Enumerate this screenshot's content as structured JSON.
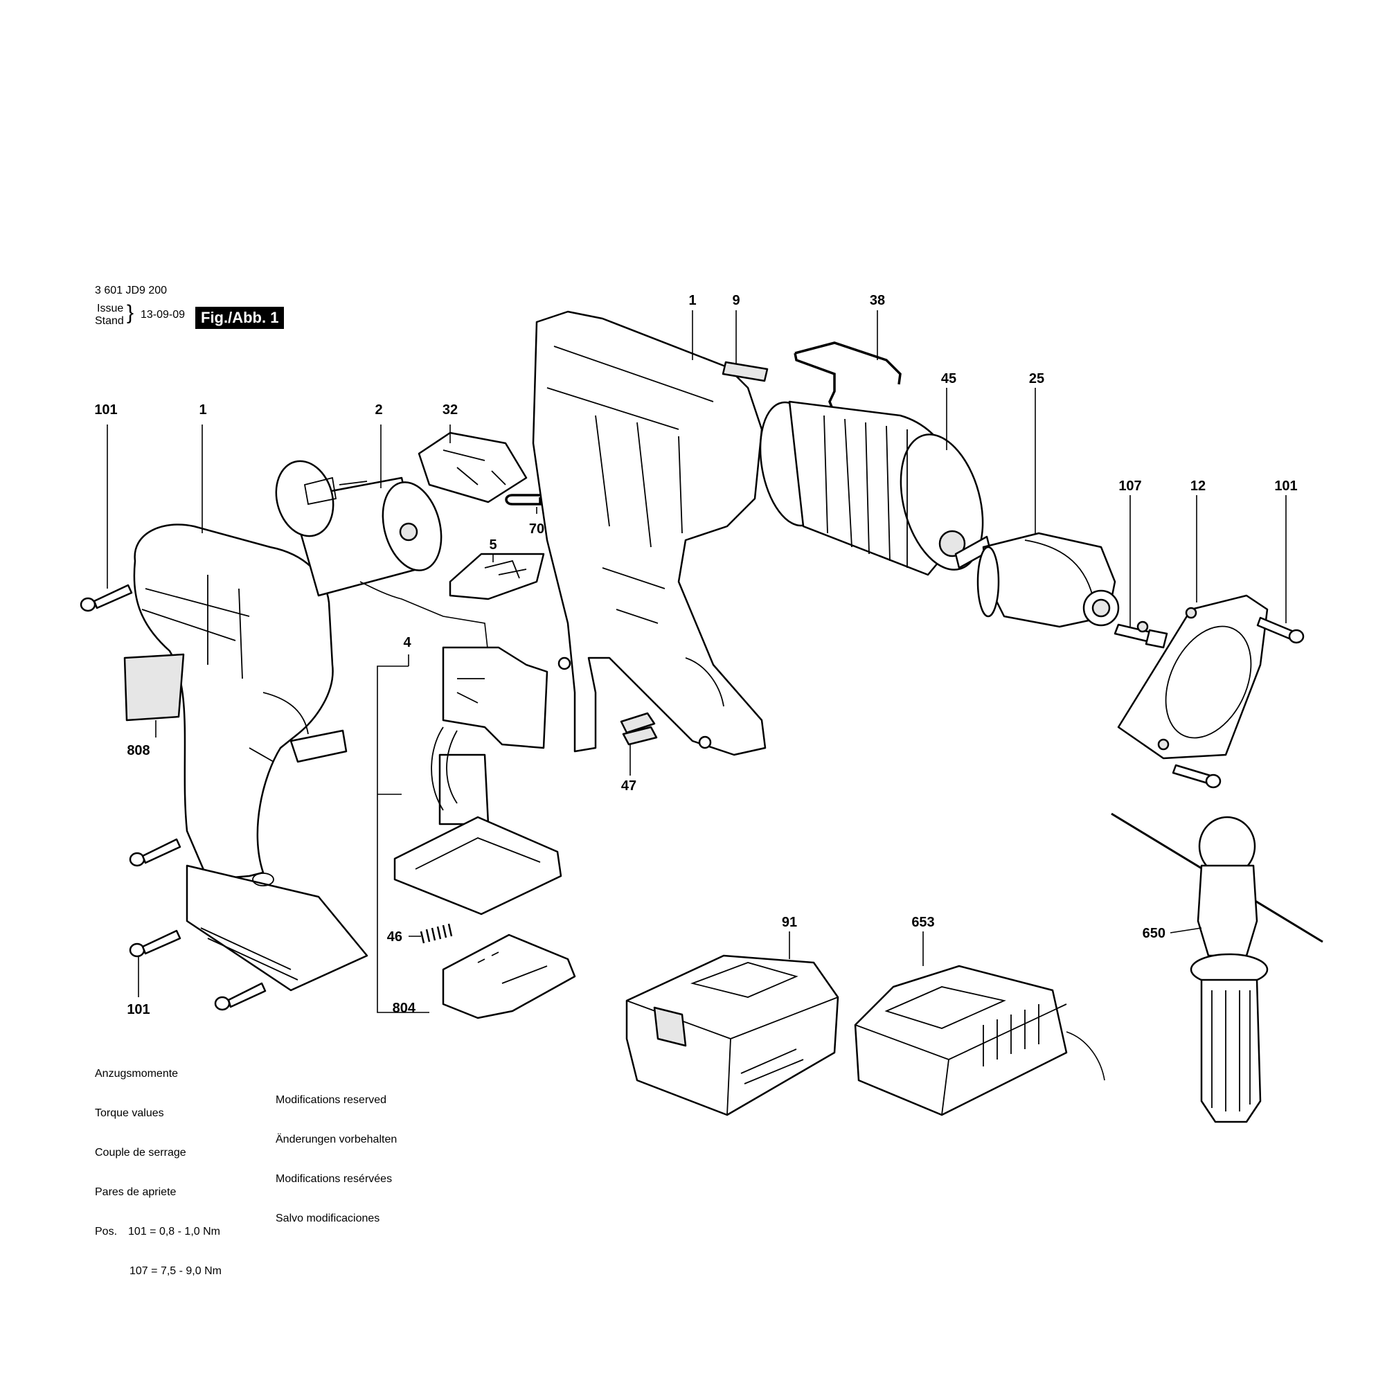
{
  "header": {
    "part_number": "3 601 JD9 200",
    "issue_label": "Issue",
    "stand_label": "Stand",
    "issue_date": "13-09-09",
    "figure_label": "Fig./Abb. 1"
  },
  "callouts": [
    "101",
    "1",
    "2",
    "32",
    "70",
    "5",
    "4",
    "808",
    "46",
    "804",
    "101",
    "1",
    "9",
    "38",
    "45",
    "25",
    "47",
    "107",
    "12",
    "101",
    "91",
    "653",
    "650"
  ],
  "torque_notes": {
    "lines": [
      "Anzugsmomente",
      "Torque values",
      "Couple de serrage",
      "Pares de apriete"
    ],
    "pos_label": "Pos.",
    "rows": [
      {
        "pos": "101",
        "value": "0,8 - 1,0 Nm"
      },
      {
        "pos": "107",
        "value": "7,5 - 9,0 Nm"
      }
    ]
  },
  "modifications": [
    "Modifications reserved",
    "Änderungen vorbehalten",
    "Modifications resérvées",
    "Salvo modificaciones"
  ]
}
